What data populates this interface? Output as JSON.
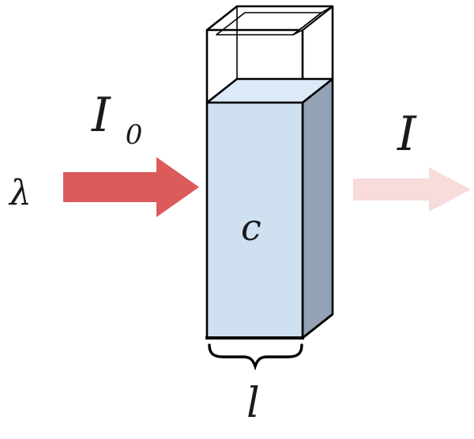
{
  "title": "Beer-Lambert absorption diagram",
  "labels": {
    "wavelength": "λ",
    "incident_intensity_base": "I",
    "incident_intensity_sub": "0",
    "transmitted_intensity": "I",
    "concentration": "c",
    "path_length": "l"
  },
  "colors": {
    "incident_arrow": "#db5a5a",
    "transmitted_arrow": "#f8dbdb",
    "liquid_front": "#cfe0f1",
    "liquid_top": "#dce9f6",
    "cuvette_side": "#93a2b4",
    "glass_inner_gray": "#d9d9d9",
    "glass_white": "#ffffff",
    "outline": "#000000",
    "background": "#ffffff"
  }
}
